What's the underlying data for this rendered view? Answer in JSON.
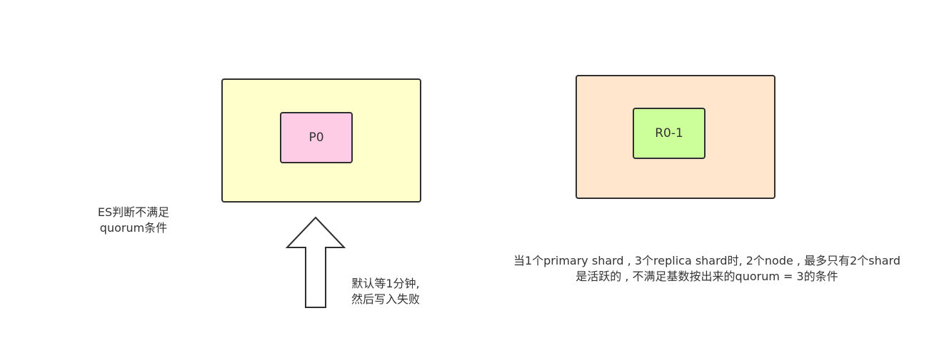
{
  "colors": {
    "node1_fill": "#ffffcc",
    "node2_fill": "#ffe6cc",
    "p0_fill": "#ffcce6",
    "r01_fill": "#ccff99",
    "stroke": "#2f2f2f",
    "text": "#333333"
  },
  "shards": {
    "p0": "P0",
    "r01": "R0-1"
  },
  "notes": {
    "es_line1": "ES判断不满足",
    "es_line2": "quorum条件",
    "wait_line1": "默认等1分钟,",
    "wait_line2": "然后写入失败",
    "explain_line1": "当1个primary shard , 3个replica shard时, 2个node , 最多只有2个shard",
    "explain_line2": "是活跃的 , 不满足基数按出来的quorum = 3的条件"
  },
  "icons": {
    "arrow": "up-arrow-icon"
  }
}
